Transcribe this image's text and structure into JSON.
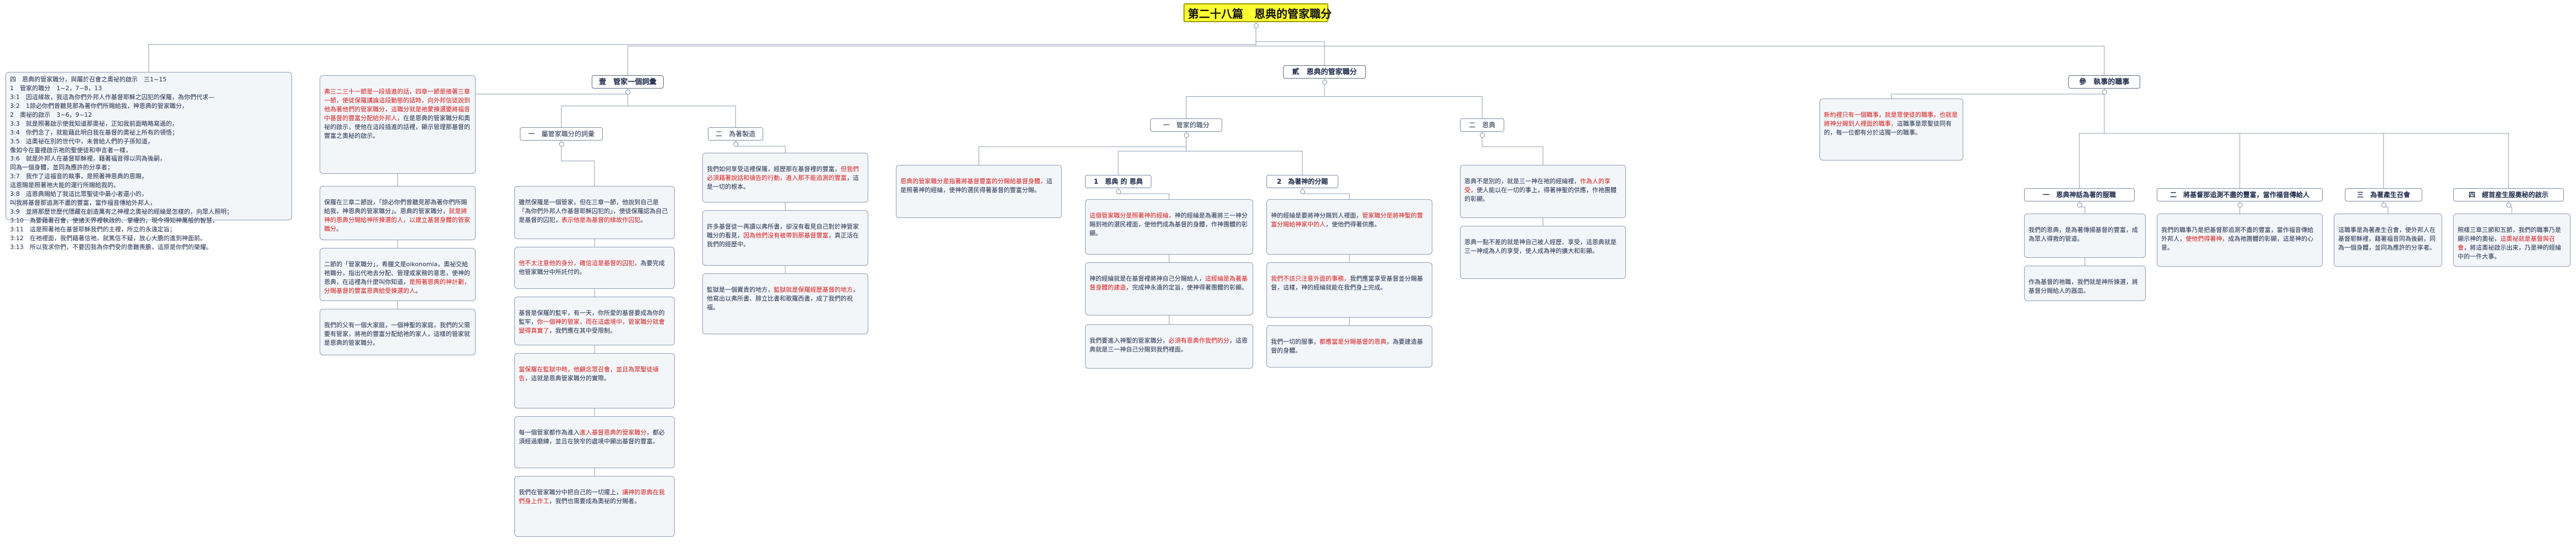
{
  "root": {
    "title": "第二十八篇　恩典的管家職分"
  },
  "outline": {
    "text": "四　恩典的管家職分，與屬於召會之奧祕的啟示　三1~15\n1　管家的職分　1~2，7~8，13\n3:1　因這緣故，我這為你們外邦人作基督耶穌之囚犯的保羅，為你們代求—\n3:2　1諒必你們曾聽見那為著你們所賜給我，神恩典的管家職分，\n2　奧祕的啟示　3~6，9~12\n3:3　就是照著啟示使我知道那奧祕，正如我前面略略寫過的，\n3:4　你們念了，就能藉此明白我在基督的奧祕上所有的領悟；\n3:5　這奧祕在別的世代中，未曾給人們的子孫知道，\n像如今在靈裡啟示祂的聖使徒和申言者一樣，\n3:6　就是外邦人在基督耶穌裡，藉著福音得以同為後嗣，\n同為一個身體，並同為應許的分享者；\n3:7　我作了這福音的執事，是照著神恩典的恩賜，\n這恩賜是照著祂大能的運行所賜給我的。\n3:8　這恩典賜給了我這比眾聖徒中最小者還小的，\n叫我將基督那追測不盡的豐富，當作福音傳給外邦人，\n3:9　並將那歷世歷代隱藏在創造萬有之神裡之奧祕的經綸是怎樣的，向眾人照明；\n3:10　為要藉著召會，使諸天界裡執政的、掌權的，現今得知神萬般的智慧，\n3:11　這是照著祂在基督耶穌我們的主裡，所立的永遠定旨；\n3:12　在祂裡面，我們藉著信祂，就篤信不疑，放心大膽的進到神面前。\n3:13　所以我求你們，不要因我為你們受的患難喪膽，這原是你們的榮耀。"
  },
  "branch1": {
    "head": "壹　管家一個詞彙",
    "intro_pre": "",
    "intro_red": "弗三二三十一節是一段插進的話，四章一節是接著三章一節，使徒保羅講論這段動態的話時，向外邦信徒說到他為著他們的管家職分，這職分就是祂蒙揀選要將福音中基督的豐富分配給外邦人，",
    "intro_post": "在是恩典的管家職分和奧祕的啟示，使他在這段插進的話裡，顯示管理那基督的豐富之奧秘的啟示。",
    "leftLabel": "一　屬管家職分的詞彙",
    "rightLabel": "二　為著製造",
    "left": [
      {
        "pre": "保羅在三章二節說，「諒必你們曾聽見那為著你們所賜給我，神恩典的管家職分」。恩典的管家職分，",
        "red": "就是將神的恩典分賜給神所揀選的人，以建立基督身體的管家職分",
        "post": "。"
      },
      {
        "pre": "二節的「管家職分」，希臘文是oikonomia，奧祕交給祂職分，指出代祂去分配、管理或家務的意思，使神的恩典，在這裡為什麼叫你知道，",
        "red": "是照著恩典的神計劃，分賜基督的豐富恩典給受揀選的人",
        "post": "。"
      },
      {
        "pre": "我們的父有一個大家庭，一個神聖的家庭，我們的父需要有管家，將祂的豐富分配給祂的家人，",
        "red": "",
        "post": "這樣的管家就是恩典的管家職分。"
      },
      {
        "pre": "雖然保羅是一個管家，但在三章一節，他說到自己是「為你們外邦人作基督耶穌囚犯的」，使徒保羅認為自己是基督的囚犯，",
        "red": "表示他是為基督的緣故作囚犯",
        "post": "。"
      },
      {
        "pre": "",
        "red": "他不太注意他的身分，確信這是基督的囚犯，",
        "post": "為要完成他管家職分中所託付的。"
      }
    ],
    "right": [
      {
        "pre": "我們如何享受這裡保羅，經歷那在基督裡的豐富，",
        "red": "但我們必須藉著說話和禱告的行動，進入那不能追測的豐富",
        "post": "，這是一切的根本。"
      },
      {
        "pre": "許多基督徒一再讀以弗所書，卻沒有看見自己對於神管家職分的看見，",
        "red": "因為他們沒有被帶到那基督豐富",
        "post": "，真正活在我們的經歷中。"
      },
      {
        "pre": "基督是保羅的監牢，有一天，你所愛的基督要成為你的監牢，",
        "red": "你一個神的管家，而在這處境中，管家職分就會變得真實了",
        "post": "，我們應在其中受限制。"
      },
      {
        "pre": "監獄是一個寶貴的地方，",
        "red": "監獄就是保羅經歷基督的地方",
        "post": "，他寫出以弗所書、腓立比書和歌羅西書，成了我們的祝福。"
      },
      {
        "pre": "",
        "red": "當保羅在監獄中時，他顧念眾召會，並且為眾聖徒禱告",
        "post": "，這就是恩典管家職分的實際。"
      },
      {
        "pre": "每一個管家都作為進入",
        "red": "進入基督恩典的管家職分",
        "post": "，都必須經過磨練，並且在狹窄的處境中顯出基督的豐富。"
      },
      {
        "pre": "我們在管家職分中把自己的一切擺上，",
        "red": "讓神的恩典在我們身上作工",
        "post": "，我們也需要成為奧祕的分賜者。"
      }
    ]
  },
  "branch2": {
    "head": "貳　恩典的管家職分",
    "leftLabel": "一　管家的職分",
    "rightLabel": "二　恩典",
    "leftIntro": {
      "pre": "",
      "red": "恩典的管家職分是指著將基督豐富的分賜給基督身體，",
      "post": "這是照著神的經綸，使神的選民得著基督的豐富分賜。"
    },
    "aLabel": "1　恩典 的 恩典",
    "bLabel": "2　為著神的分賜",
    "a": [
      {
        "pre": "",
        "red": "這個管家職分是照著神的經綸，",
        "post": "神的經綸是為著將三一神分賜到祂的選民裡面，使他們成為基督的身體，作神團體的彰顯。"
      },
      {
        "pre": "神的經綸就是在基督裡將神自己分賜給人，",
        "red": "這經綸是為著基督身體的建造",
        "post": "，完成神永遠的定旨，使神得著團體的彰顯。"
      },
      {
        "pre": "我們要進入神聖的管家職分，",
        "red": "必須有恩典作我們的分",
        "post": "，這恩典就是三一神自己分賜到我們裡面。"
      }
    ],
    "b": [
      {
        "pre": "神的經綸是要將神分賜到人裡面，",
        "red": "管家職分是將神聖的豐富分賜給神家中的人",
        "post": "，使他們得著供應。"
      },
      {
        "pre": "",
        "red": "我們不該只注意外面的事務，",
        "post": "我們應當享受基督並分賜基督，這樣，神的經綸就能在我們身上完成。"
      },
      {
        "pre": "我們一切的服事，",
        "red": "都應當是分賜基督的恩典",
        "post": "，為要建造基督的身體。"
      }
    ],
    "right": [
      {
        "pre": "恩典不是別的，就是三一神在祂的經綸裡，",
        "red": "作為人的享受，",
        "post": "使人能以在一切的事上，得著神聖的供應，作祂團體的彰顯。"
      },
      {
        "pre": "恩典一點不差的就是神自己被人經歷、享受，",
        "red": "",
        "post": "這恩典就是三一神成為人的享受，使人成為神的擴大和彰顯。"
      }
    ]
  },
  "branch3": {
    "head": "參　執事的職事",
    "intro": {
      "pre": "",
      "red": "新約裡只有一個職事，就是眾使徒的職事，也就是將神分賜到人裡面的職事，",
      "post": "這職事是眾聖徒同有的，每一位都有分於這獨一的職事。"
    },
    "labels": [
      "一　恩典神話為著的服職",
      "二　將基督那追測不盡的豐富，當作福音傳給人",
      "三　為著產生召會",
      "四　經首産生服奧秘的啟示"
    ],
    "cols": [
      [
        {
          "pre": "",
          "red": "",
          "post": "我們的恩典，是為著傳揚基督的豐富，成為眾人得救的管道。"
        },
        {
          "pre": "作為基督的祂職，",
          "red": "",
          "post": "我們就是神所揀選，將基督分賜給人的器皿。"
        }
      ],
      [
        {
          "pre": "我們的職事乃是把基督那追測不盡的豐富，當作福音傳給外邦人，",
          "red": "使他們得著神，",
          "post": "成為祂團體的彰顯，這是神的心意。"
        }
      ],
      [
        {
          "pre": "這職事是為著產生召會，",
          "red": "",
          "post": "使外邦人在基督耶穌裡，藉著福音同為後嗣，同為一個身體，並同為應許的分享者。"
        }
      ],
      [
        {
          "pre": "照樣三章三節和五節，我們的職事乃是顯示神的奧祕，",
          "red": "這奧祕就是基督與召會",
          "post": "，將這奧祕啟示出來，乃是神的經綸中的一件大事。"
        }
      ]
    ]
  },
  "colors": {
    "accent": "#d51c1c",
    "line": "#8d9cb3",
    "root_fill": "#ffff33",
    "node_fill": "#f4f6f9"
  },
  "icons": {
    "collapse": "collapse-circle-icon"
  }
}
